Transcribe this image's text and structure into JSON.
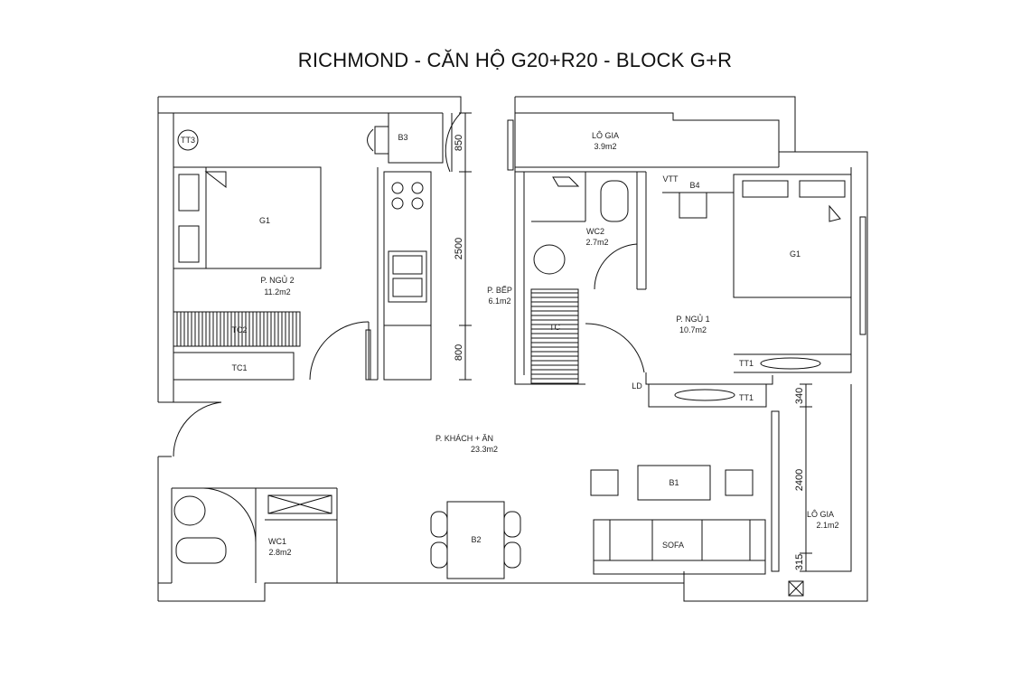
{
  "title": "RICHMOND - CĂN HỘ G20+R20 - BLOCK G+R",
  "rooms": {
    "bedroom2": {
      "name": "P. NGỦ 2",
      "area": "11.2m2"
    },
    "kitchen": {
      "name": "P. BẾP",
      "area": "6.1m2"
    },
    "bedroom1": {
      "name": "P. NGỦ 1",
      "area": "10.7m2"
    },
    "wc2": {
      "name": "WC2",
      "area": "2.7m2"
    },
    "loggia_top": {
      "name": "LÔ GIA",
      "area": "3.9m2"
    },
    "living": {
      "name": "P. KHÁCH + ĂN",
      "area": "23.3m2"
    },
    "wc1": {
      "name": "WC1",
      "area": "2.8m2"
    },
    "loggia_right": {
      "name": "LÔ GIA",
      "area": "2.1m2"
    }
  },
  "furniture": {
    "tt3": "TT3",
    "b3": "B3",
    "g1_left": "G1",
    "tc2": "TC2",
    "tc1": "TC1",
    "vtt": "VTT",
    "b4": "B4",
    "g1_right": "G1",
    "tc": "TC",
    "tt1_top": "TT1",
    "ld": "LD",
    "tt1_bottom": "TT1",
    "b1": "B1",
    "b2": "B2",
    "sofa": "SOFA"
  },
  "dimensions": {
    "d850": "850",
    "d2500": "2500",
    "d800": "800",
    "d340": "340",
    "d2400": "2400",
    "d315": "315"
  }
}
